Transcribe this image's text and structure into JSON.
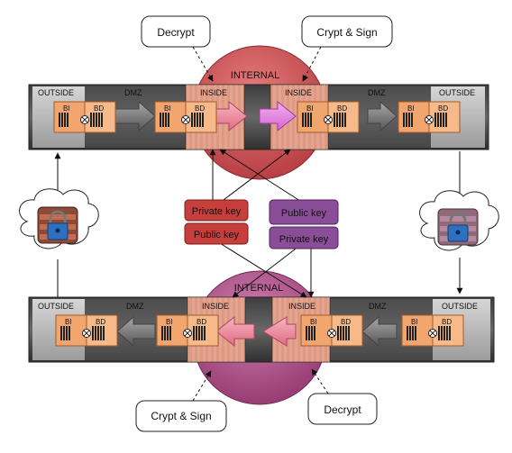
{
  "callouts": {
    "top_left": "Decrypt",
    "top_right": "Crypt & Sign",
    "bottom_left": "Crypt & Sign",
    "bottom_right": "Decrypt"
  },
  "zones": {
    "internal": "INTERNAL",
    "outside": "OUTSIDE",
    "dmz": "DMZ",
    "inside": "INSIDE"
  },
  "modules": {
    "bi": "BI",
    "bd": "BD"
  },
  "keys": {
    "private": "Private key",
    "public": "Public key"
  },
  "colors": {
    "internal_top": "#c9474c",
    "internal_bottom": "#b04f86",
    "red_key": "#c63f3d",
    "purple_key": "#8a4d98",
    "band_dark": "#4f4f4f",
    "band_gray": "#b9b9b9",
    "inside_fill": "#d49a9a",
    "module_orange": "#f1a56f",
    "module_stripe": "#ea8f5b",
    "arrow_gray": "#7c7c7c",
    "arrow_pink": "#ee8fa1",
    "arrow_violet": "#e48ae2"
  },
  "icons": [
    "lock-icon",
    "lock-icon",
    "cloud-icon",
    "cloud-icon"
  ]
}
